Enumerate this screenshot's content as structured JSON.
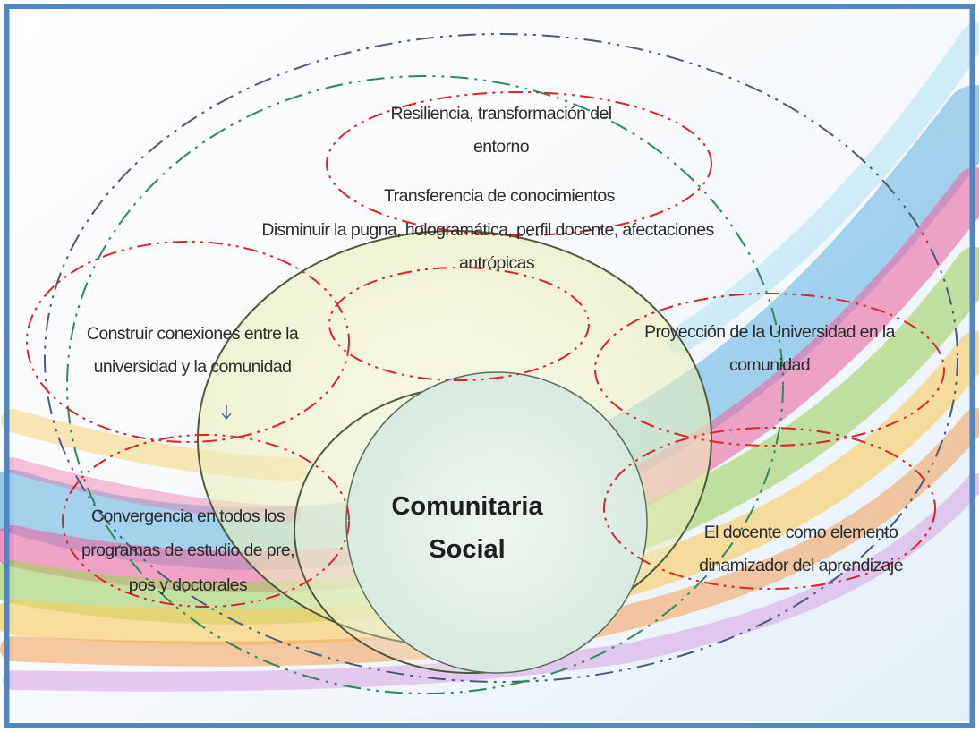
{
  "diagram": {
    "center": {
      "line1": "Comunitaria",
      "line2": "Social"
    },
    "labels": {
      "resiliencia": {
        "line1": "Resiliencia, transformación del",
        "line2": "entorno"
      },
      "transferencia": "Transferencia de conocimientos",
      "disminuir": {
        "line1": "Disminuir la pugna, hologramática, perfil docente, afectaciones",
        "line2": "antrópicas"
      },
      "construir": {
        "line1": "Construir conexiones entre la",
        "line2": "universidad y la comunidad"
      },
      "proyeccion": {
        "line1": "Proyección de la Universidad en la",
        "line2": "comunidad"
      },
      "convergencia": {
        "line1": "Convergencia en todos los",
        "line2": "programas de estudio de pre,",
        "line3": "pos y doctorales"
      },
      "docente": {
        "line1": "El docente como elemento",
        "line2": "dinamizador del aprendizaje"
      }
    }
  }
}
